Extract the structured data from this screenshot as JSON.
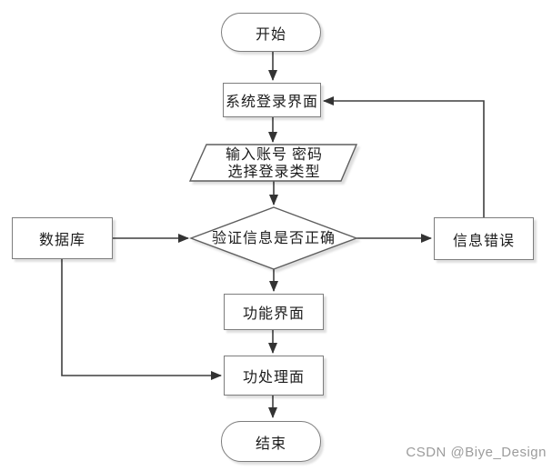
{
  "diagram": {
    "title_hint": "login-system-flowchart",
    "nodes": {
      "start": {
        "label": "开始",
        "shape": "stadium"
      },
      "login": {
        "label": "系统登录界面",
        "shape": "rect"
      },
      "input": {
        "line1": "输入账号 密码",
        "line2": "选择登录类型",
        "shape": "parallelogram"
      },
      "decision": {
        "label": "验证信息是否正确",
        "shape": "diamond"
      },
      "database": {
        "label": "数据库",
        "shape": "rect"
      },
      "error": {
        "label": "信息错误",
        "shape": "rect"
      },
      "function": {
        "label": "功能界面",
        "shape": "rect"
      },
      "process": {
        "label": "功处理面",
        "shape": "rect"
      },
      "end": {
        "label": "结束",
        "shape": "stadium"
      }
    },
    "edges": [
      {
        "from": "start",
        "to": "login"
      },
      {
        "from": "login",
        "to": "input"
      },
      {
        "from": "input",
        "to": "decision"
      },
      {
        "from": "database",
        "to": "decision"
      },
      {
        "from": "decision",
        "to": "error"
      },
      {
        "from": "error",
        "to": "login"
      },
      {
        "from": "decision",
        "to": "function"
      },
      {
        "from": "function",
        "to": "process"
      },
      {
        "from": "database",
        "to": "process"
      },
      {
        "from": "process",
        "to": "end"
      }
    ],
    "colors": {
      "background": "#ffffff",
      "box_border": "#7d7d7d",
      "connector": "#3f3f3f",
      "arrowhead": "#333333",
      "text": "#1c1c1c"
    }
  },
  "watermark": {
    "text": "CSDN @Biye_Design",
    "color": "#9c9c9c"
  }
}
